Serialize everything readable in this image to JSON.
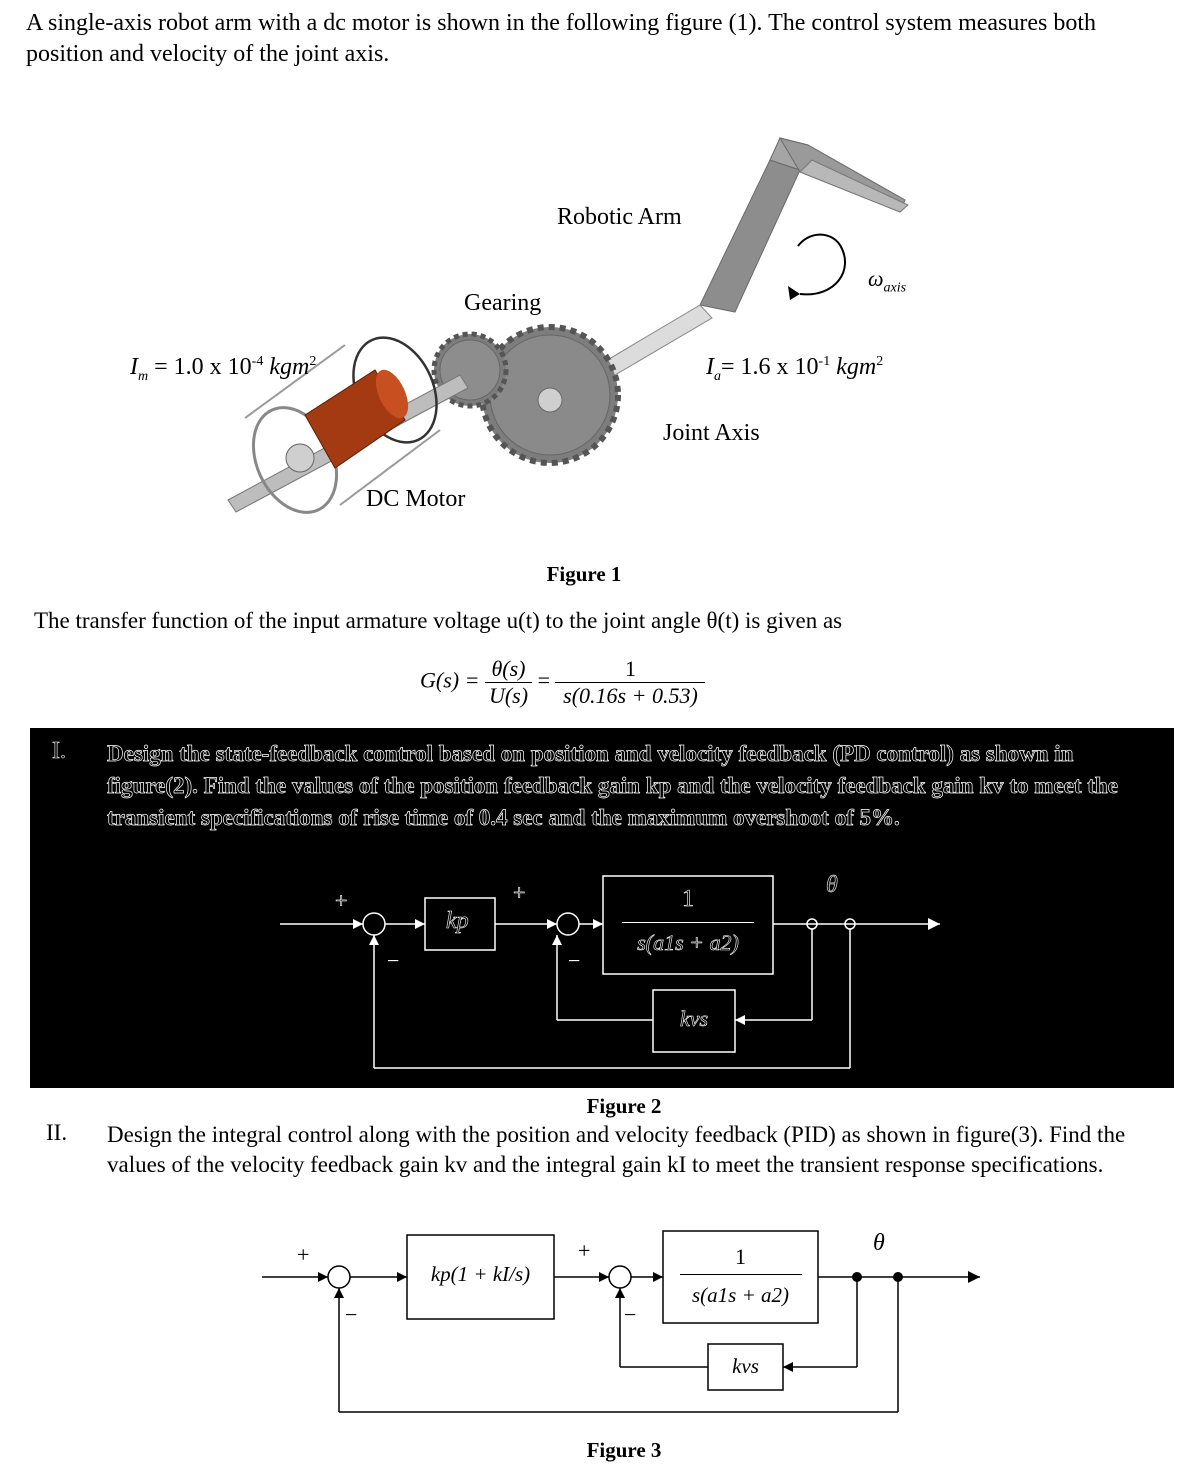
{
  "intro": "A single-axis robot arm with a dc motor is shown in the following figure (1). The control system measures both position and velocity of the joint axis.",
  "figure1": {
    "labels": {
      "robotic_arm": "Robotic Arm",
      "gearing": "Gearing",
      "im": "I",
      "im_sub": "m",
      "im_value": " = 1.0 x 10",
      "im_exp": "-4",
      "im_unit": " kgm",
      "im_unit_exp": "2",
      "ia": "I",
      "ia_sub": "a",
      "ia_value": "= 1.6 x 10",
      "ia_exp": "-1",
      "ia_unit": " kgm",
      "ia_unit_exp": "2",
      "omega": "ω",
      "omega_sub": "axis",
      "joint_axis": "Joint Axis",
      "dc_motor": "DC Motor"
    },
    "caption": "Figure 1",
    "colors": {
      "motor_core": "#a33a12",
      "arm": "#8c8c8c",
      "gear": "#7a7a7a"
    }
  },
  "tf_sentence": "The transfer function of the input armature voltage u(t) to the joint angle θ(t) is given as",
  "equation": {
    "lhs": "G(s) =",
    "num1": "θ(s)",
    "den1": "U(s)",
    "eq": "=",
    "num2": "1",
    "den2": "s(0.16s + 0.53)"
  },
  "q1": {
    "roman": "I.",
    "text": "Design the state-feedback control based on position and velocity feedback (PD control) as shown in figure(2). Find the values of the position feedback gain kp and the velocity feedback gain kv to meet  the transient specifications of rise time of 0.4 sec and the maximum overshoot of 5%."
  },
  "figure2": {
    "plus1": "+",
    "minus1": "−",
    "kp": "kp",
    "plus2": "+",
    "minus2": "−",
    "tf_num": "1",
    "tf_den": "s(a1s + a2)",
    "theta": "θ",
    "kvs": "kvs",
    "caption": "Figure 2"
  },
  "q2": {
    "roman": "II.",
    "text": "Design the integral control along with the position and velocity feedback (PID) as shown in figure(3). Find the values of  the velocity feedback gain kv and the integral gain kI to meet the transient response specifications."
  },
  "figure3": {
    "plus1": "+",
    "minus1": "−",
    "pid_label": "kp(1 + kI/s)",
    "plus2": "+",
    "minus2": "−",
    "tf_num": "1",
    "tf_den": "s(a1s + a2)",
    "theta": "θ",
    "kvs": "kvs",
    "caption": "Figure 3"
  }
}
